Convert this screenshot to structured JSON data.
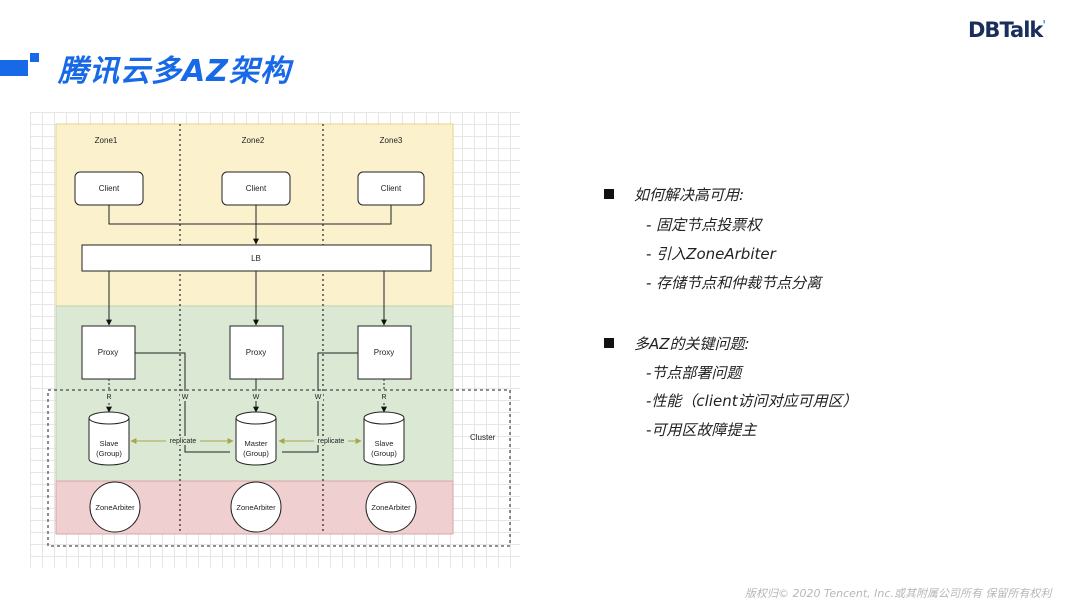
{
  "header": {
    "title": "腾讯云多AZ架构",
    "logo_main": "DBTalk",
    "logo_tick": "'"
  },
  "diagram": {
    "zones": [
      "Zone1",
      "Zone2",
      "Zone3"
    ],
    "client_label": "Client",
    "lb_label": "LB",
    "proxy_label": "Proxy",
    "read_label": "R",
    "write_label": "W",
    "slave_line1": "Slave",
    "slave_line2": "(Group)",
    "master_line1": "Master",
    "master_line2": "(Group)",
    "replicate_label": "replicate",
    "arbiter_label": "ZoneArbiter",
    "cluster_label": "Cluster"
  },
  "bullets": {
    "section1": {
      "heading": "如何解决高可用:",
      "items": [
        "- 固定节点投票权",
        "- 引入ZoneArbiter",
        "- 存储节点和仲裁节点分离"
      ]
    },
    "section2": {
      "heading": "多AZ的关键问题:",
      "items": [
        "-节点部署问题",
        "-性能（client访问对应可用区）",
        "-可用区故障提主"
      ]
    }
  },
  "footer": {
    "copyright": "版权归© 2020 Tencent, Inc.或其附属公司所有 保留所有权利"
  },
  "colors": {
    "accent": "#1769e8",
    "zone_yellow": "#fbf2cd",
    "zone_green": "#dbe8d3",
    "zone_red": "#efcfcf",
    "replicate_arrow": "#a6a64b"
  }
}
